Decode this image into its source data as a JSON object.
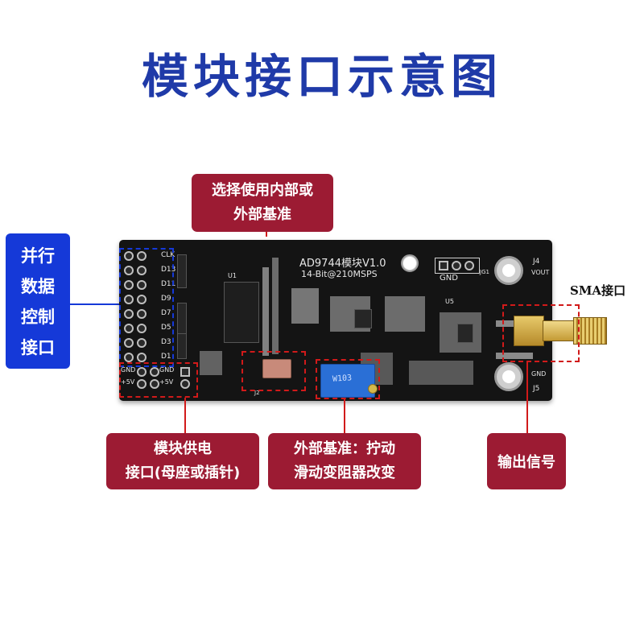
{
  "title": "模块接口示意图",
  "callouts": {
    "reference_select": [
      "选择使用内部或",
      "外部基准"
    ],
    "parallel_data": [
      "并行",
      "数据",
      "控制",
      "接口"
    ],
    "power": [
      "模块供电",
      "接口(母座或插针)"
    ],
    "ext_ref": [
      "外部基准：拧动",
      "滑动变阻器改变"
    ],
    "output": "输出信号",
    "sma": "SMA接口"
  },
  "pcb": {
    "title_line1": "AD9744模块V1.0",
    "title_line2": "14-Bit@210MSPS",
    "gnd": "GND",
    "jg1": "JG1",
    "j4": "J4",
    "vout": "VOUT",
    "gnd2": "GND",
    "j5": "J5",
    "clk": "CLK",
    "d13": "D13",
    "d11": "D11",
    "d9": "D9",
    "d7": "D7",
    "d5": "D5",
    "d3": "D3",
    "d1": "D1",
    "gnd_left": "GND",
    "gnd_right": "GND",
    "p5v_left": "+5V",
    "p5v_right": "+5V",
    "u1": "U1",
    "j2": "J2",
    "u5": "U5",
    "pot_text": "W103"
  },
  "colors": {
    "title": "#1f3aa8",
    "callout_red": "#9c1b33",
    "callout_blue": "#1539d8",
    "dash_blue": "#1539d8",
    "dash_red": "#d11a1a",
    "pcb": "#141414"
  }
}
